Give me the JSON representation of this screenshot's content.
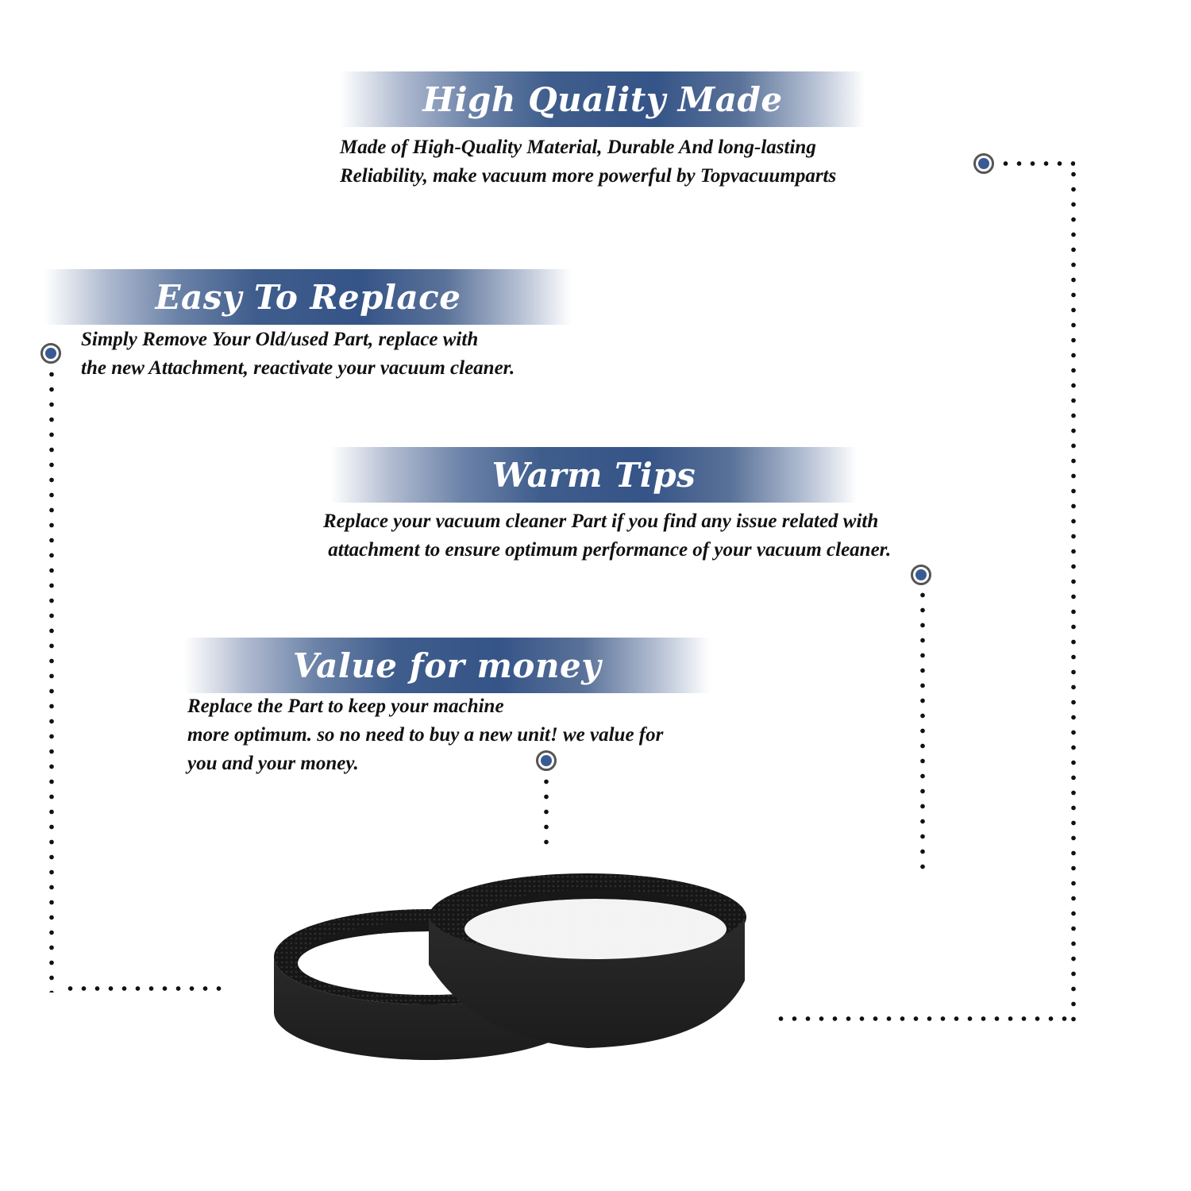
{
  "theme": {
    "banner_color": "#3f5d8c",
    "bullet_fill": "#3a5a94",
    "bullet_ring": "#555555",
    "text_color": "#111111",
    "dot_color": "#111111"
  },
  "features": [
    {
      "title": "High Quality Made",
      "lines": [
        "Made of  High-Quality Material, Durable And long-lasting",
        "Reliability, make vacuum more powerful by Topvacuumparts"
      ]
    },
    {
      "title": "Easy To Replace",
      "lines": [
        "Simply Remove Your Old/used Part, replace with",
        "the new Attachment, reactivate your vacuum cleaner."
      ]
    },
    {
      "title": "Warm Tips",
      "lines": [
        "Replace your vacuum cleaner Part if you find any issue related with",
        " attachment to ensure optimum performance of your vacuum cleaner."
      ]
    },
    {
      "title": "Value for money",
      "lines": [
        "Replace the Part to keep your machine",
        "more optimum. so no need to buy a new unit! we value for",
        "you and your money."
      ]
    }
  ],
  "product": {
    "name": "vacuum-belts",
    "description": "Two black ribbed rubber vacuum cleaner belts",
    "count": 2
  }
}
